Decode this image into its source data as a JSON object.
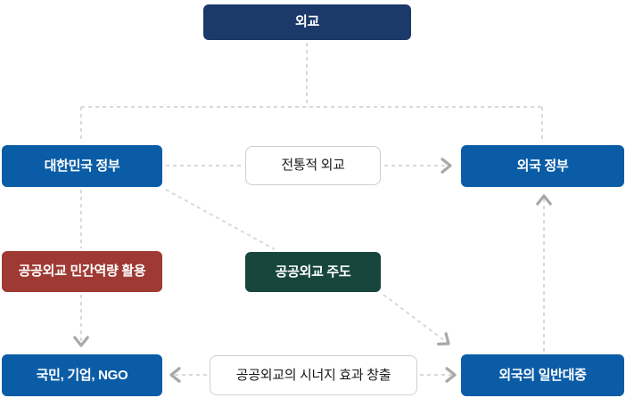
{
  "diagram": {
    "nodes": {
      "diplomacy": {
        "label": "외교"
      },
      "korea_government": {
        "label": "대한민국 정부"
      },
      "traditional_diplomacy": {
        "label": "전통적 외교"
      },
      "foreign_government": {
        "label": "외국 정부"
      },
      "private_capacity": {
        "label": "공공외교 민간역량 활용"
      },
      "public_diplomacy_led": {
        "label": "공공외교 주도"
      },
      "citizens_companies_ngo": {
        "label": "국민, 기업, NGO"
      },
      "synergy_effect": {
        "label": "공공외교의 시너지 효과 창출"
      },
      "foreign_public": {
        "label": "외국의 일반대중"
      }
    },
    "colors": {
      "navy": "#1b3a69",
      "blue": "#0a5ca6",
      "red": "#9e3a33",
      "green": "#17463c",
      "dashed_line": "#d9d9d9",
      "arrowhead": "#a9a9a9",
      "outlined_box_border": "#cfcfcf",
      "outlined_box_text": "#1a1a1a"
    }
  }
}
